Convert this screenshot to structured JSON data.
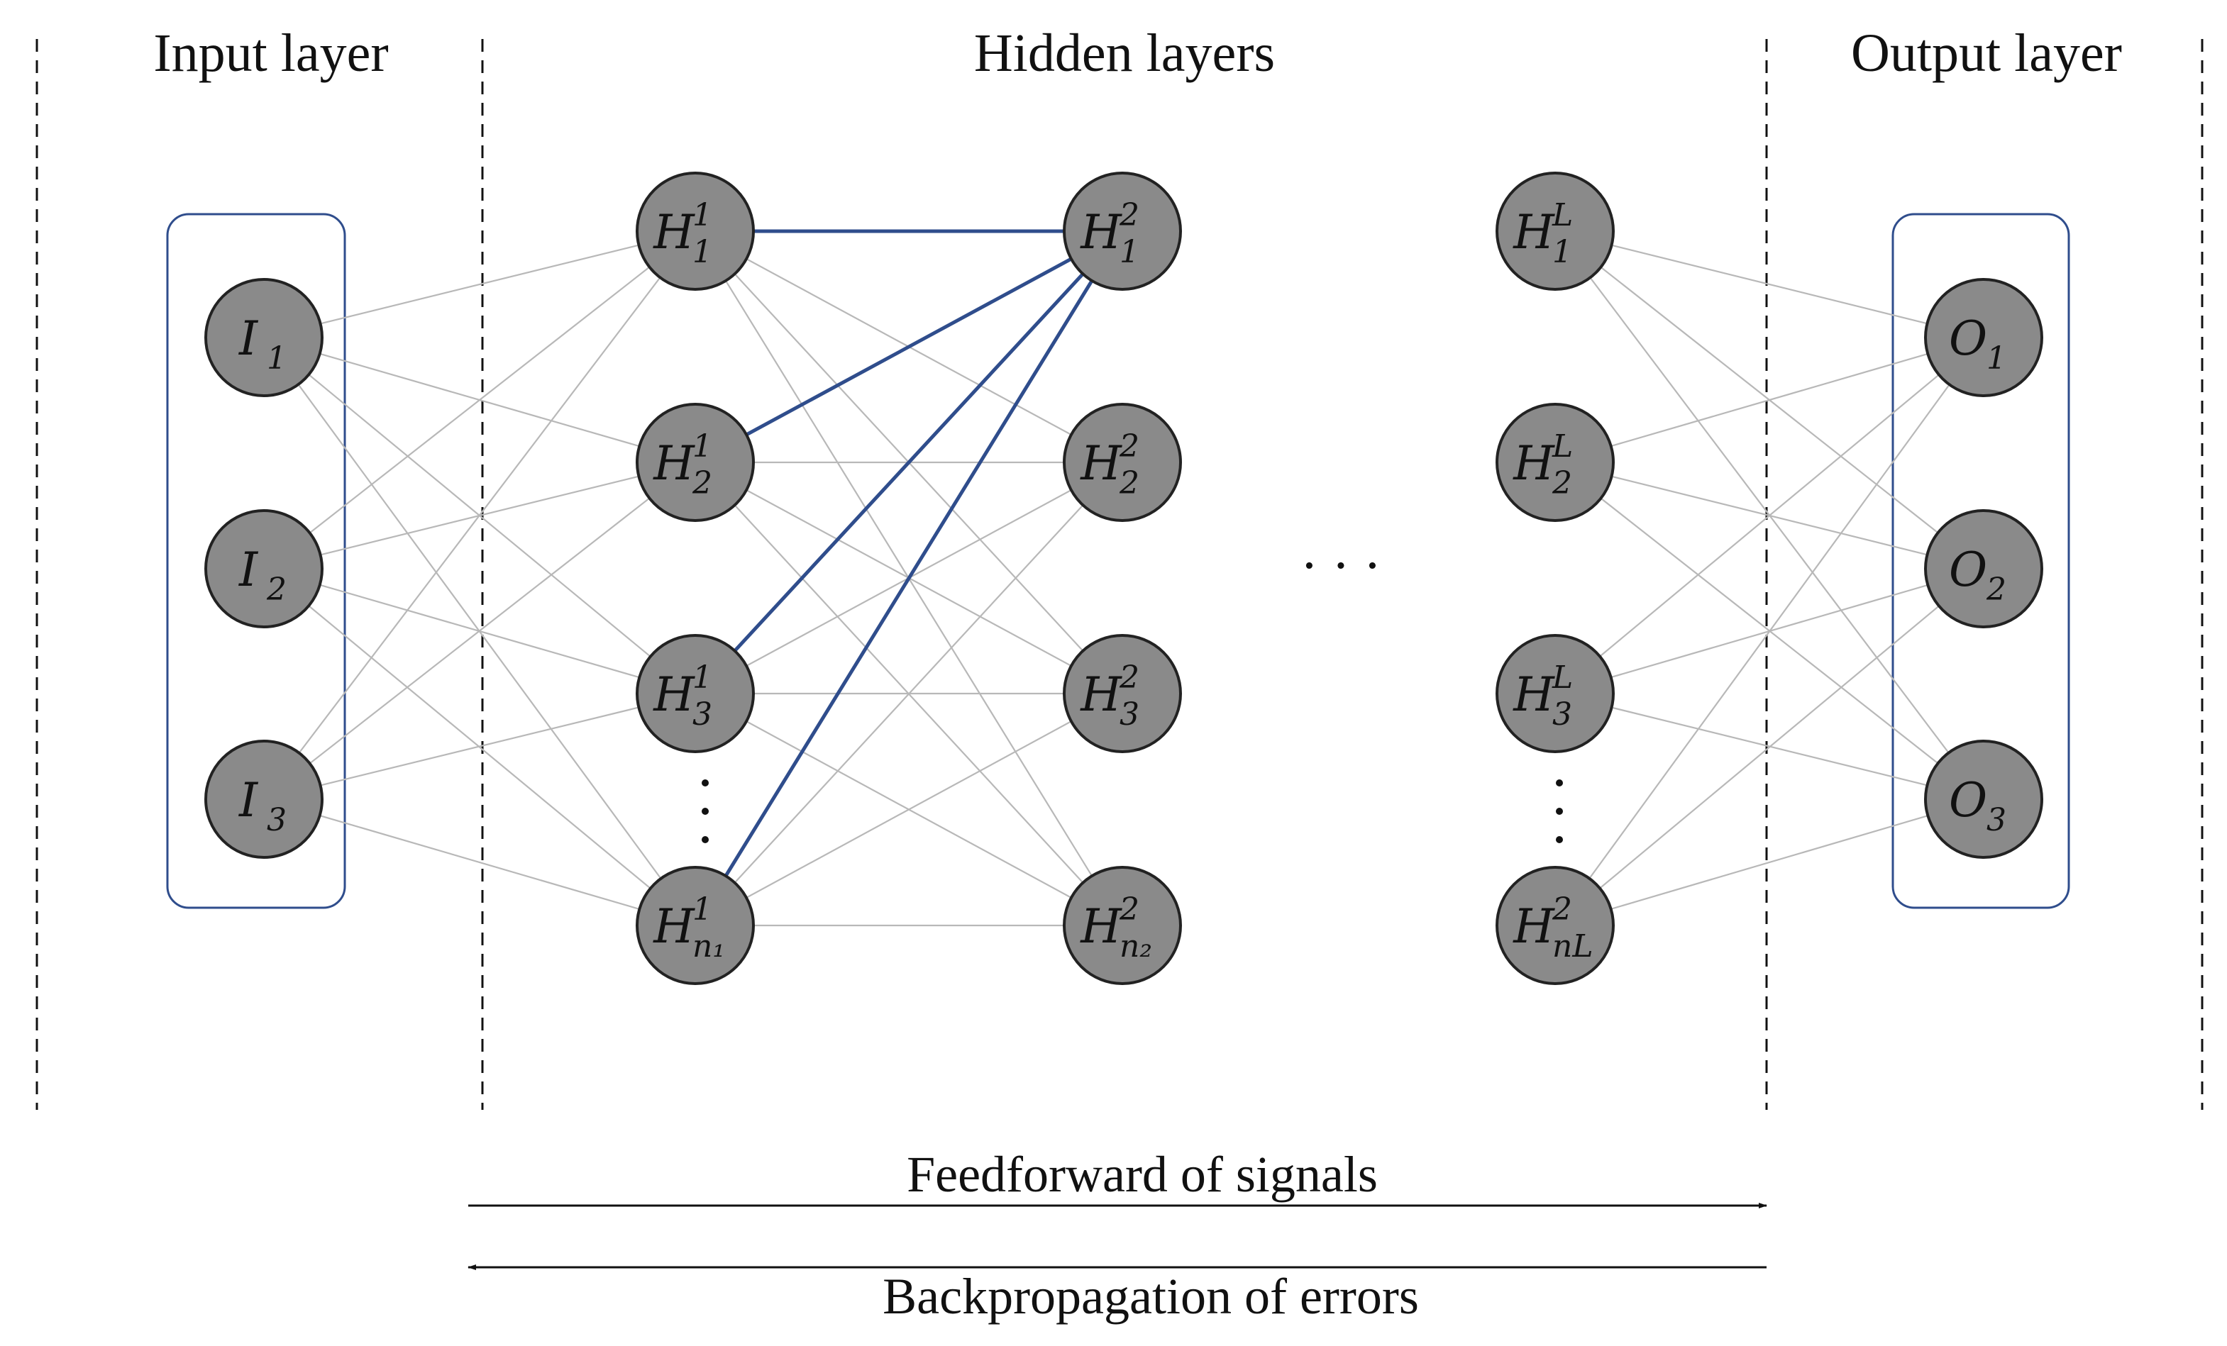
{
  "labels": {
    "input": "Input layer",
    "hidden": "Hidden layers",
    "output": "Output layer",
    "feedforward": "Feedforward of signals",
    "backprop": "Backpropagation of errors",
    "hidden_ellipsis": "· · ·",
    "column_ellipsis": "⋮"
  },
  "colors": {
    "node_fill": "#8a8a8a",
    "node_stroke": "#222222",
    "edge": "#b8b8b8",
    "highlight": "#2f4d8c",
    "group_box": "#2f4d8c"
  },
  "nodes": {
    "input": [
      {
        "id": "I1",
        "main": "I",
        "sub": "1",
        "sup": ""
      },
      {
        "id": "I2",
        "main": "I",
        "sub": "2",
        "sup": ""
      },
      {
        "id": "I3",
        "main": "I",
        "sub": "3",
        "sup": ""
      }
    ],
    "hidden1": [
      {
        "id": "H1_1",
        "main": "H",
        "sub": "1",
        "sup": "1"
      },
      {
        "id": "H1_2",
        "main": "H",
        "sub": "2",
        "sup": "1"
      },
      {
        "id": "H1_3",
        "main": "H",
        "sub": "3",
        "sup": "1"
      },
      {
        "id": "H1_n",
        "main": "H",
        "sub": "n₁",
        "sup": "1"
      }
    ],
    "hidden2": [
      {
        "id": "H2_1",
        "main": "H",
        "sub": "1",
        "sup": "2"
      },
      {
        "id": "H2_2",
        "main": "H",
        "sub": "2",
        "sup": "2"
      },
      {
        "id": "H2_3",
        "main": "H",
        "sub": "3",
        "sup": "2"
      },
      {
        "id": "H2_n",
        "main": "H",
        "sub": "n₂",
        "sup": "2"
      }
    ],
    "hiddenL": [
      {
        "id": "HL_1",
        "main": "H",
        "sub": "1",
        "sup": "L"
      },
      {
        "id": "HL_2",
        "main": "H",
        "sub": "2",
        "sup": "L"
      },
      {
        "id": "HL_3",
        "main": "H",
        "sub": "3",
        "sup": "L"
      },
      {
        "id": "HL_n",
        "main": "H",
        "sub": "nL",
        "sup": "2"
      }
    ],
    "output": [
      {
        "id": "O1",
        "main": "O",
        "sub": "1",
        "sup": ""
      },
      {
        "id": "O2",
        "main": "O",
        "sub": "2",
        "sup": ""
      },
      {
        "id": "O3",
        "main": "O",
        "sub": "3",
        "sup": ""
      }
    ]
  },
  "highlighted_edges_to": "H2_1"
}
